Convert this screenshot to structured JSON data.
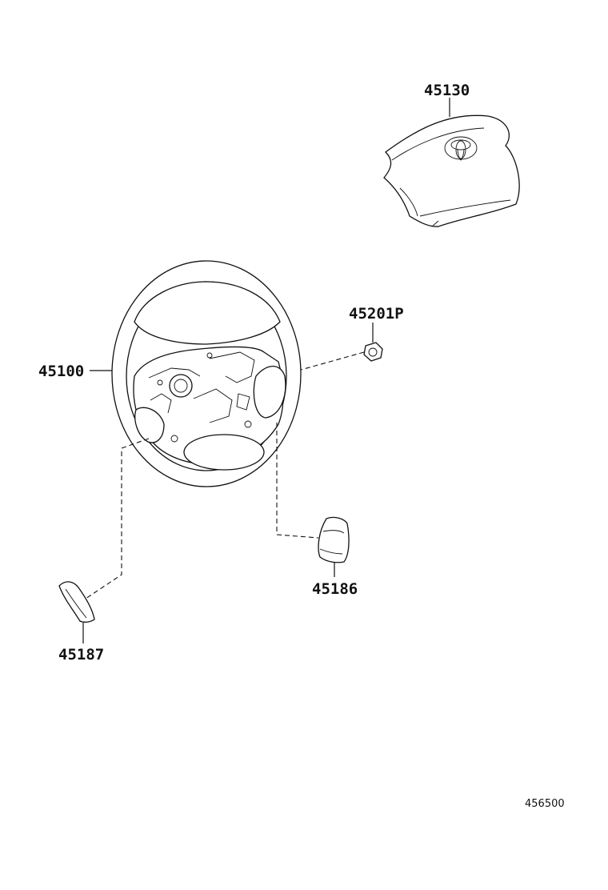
{
  "parts": {
    "airbag_cover": {
      "number": "45130"
    },
    "nut": {
      "number": "45201P"
    },
    "steering_wheel": {
      "number": "45100"
    },
    "cover_right": {
      "number": "45186"
    },
    "cover_left": {
      "number": "45187"
    }
  },
  "drawing_ref": "456500",
  "emblem_icon": "toyota-emblem-icon"
}
